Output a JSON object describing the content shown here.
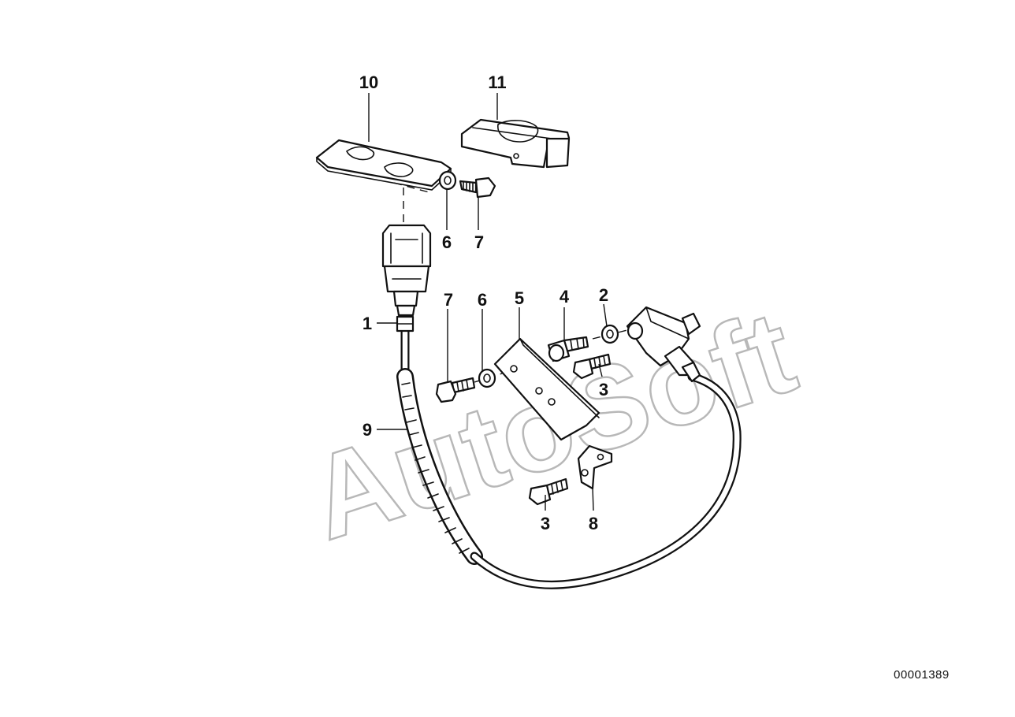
{
  "watermark": "AutoSoft",
  "document_id": "00001389",
  "callouts": {
    "c1": "1",
    "c2": "2",
    "c3a": "3",
    "c3b": "3",
    "c4": "4",
    "c5": "5",
    "c6a": "6",
    "c6b": "6",
    "c7a": "7",
    "c7b": "7",
    "c8": "8",
    "c9": "9",
    "c10": "10",
    "c11": "11"
  }
}
